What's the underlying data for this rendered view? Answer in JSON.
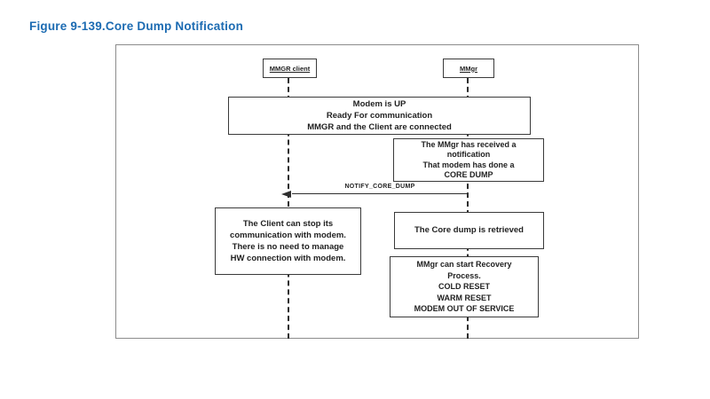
{
  "figure": {
    "caption": "Figure 9-139.Core Dump Notification"
  },
  "colors": {
    "caption_blue": "#1c6bb2",
    "diagram_line": "#2e2e2e",
    "box_border": "#3a3a3a",
    "frame_border": "#8c8c8c",
    "text": "#1f1f1f",
    "background": "#ffffff"
  },
  "diagram": {
    "actors": [
      {
        "label": "MMGR client"
      },
      {
        "label": "MMgr"
      }
    ],
    "notes": {
      "status": {
        "lines": [
          "Modem is UP",
          "Ready For communication",
          "MMGR and the Client are connected"
        ]
      },
      "notification": {
        "lines": [
          "The MMgr has received a",
          "notification",
          "That modem has done a",
          "CORE DUMP"
        ]
      },
      "client_stop": {
        "lines": [
          "The Client can stop its",
          "communication with modem.",
          "There is no need to manage",
          "HW connection with modem."
        ]
      },
      "retrieved": {
        "lines": [
          "The Core dump is retrieved"
        ]
      },
      "recovery": {
        "lines": [
          "MMgr can start Recovery",
          "Process.",
          "COLD RESET",
          "WARM RESET",
          "MODEM OUT OF SERVICE"
        ]
      }
    },
    "message": {
      "label": "NOTIFY_CORE_DUMP",
      "direction": "right-to-left"
    }
  }
}
